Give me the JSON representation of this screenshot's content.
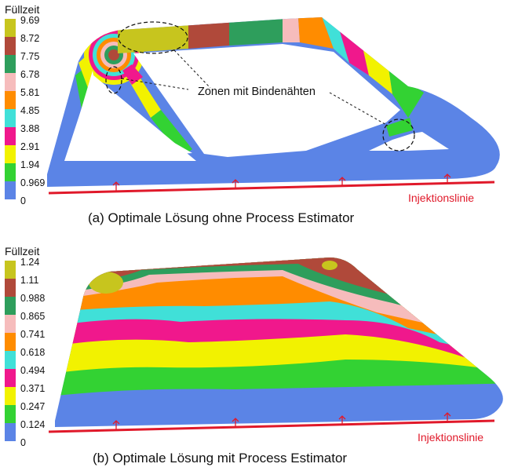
{
  "colors": {
    "c1": "#5b84e6",
    "c2": "#33d233",
    "c3": "#f2f200",
    "c4": "#f0188c",
    "c5": "#40e0d8",
    "c6": "#ff8c00",
    "c7": "#f6bcbc",
    "c8": "#2e9e5c",
    "c9": "#b0493a",
    "c10": "#c7c51e",
    "red": "#e0192a"
  },
  "panel_a": {
    "legend_title": "Füllzeit",
    "ticks": [
      "9.69",
      "8.72",
      "7.75",
      "6.78",
      "5.81",
      "4.85",
      "3.88",
      "2.91",
      "1.94",
      "0.969",
      "0"
    ],
    "annotation": "Zonen mit Bindenähten",
    "injection_label": "Injektionslinie",
    "caption": "(a) Optimale Lösung ohne Process Estimator"
  },
  "panel_b": {
    "legend_title": "Füllzeit",
    "ticks": [
      "1.24",
      "1.11",
      "0.988",
      "0.865",
      "0.741",
      "0.618",
      "0.494",
      "0.371",
      "0.247",
      "0.124",
      "0"
    ],
    "injection_label": "Injektionslinie",
    "caption": "(b) Optimale Lösung mit Process Estimator"
  }
}
